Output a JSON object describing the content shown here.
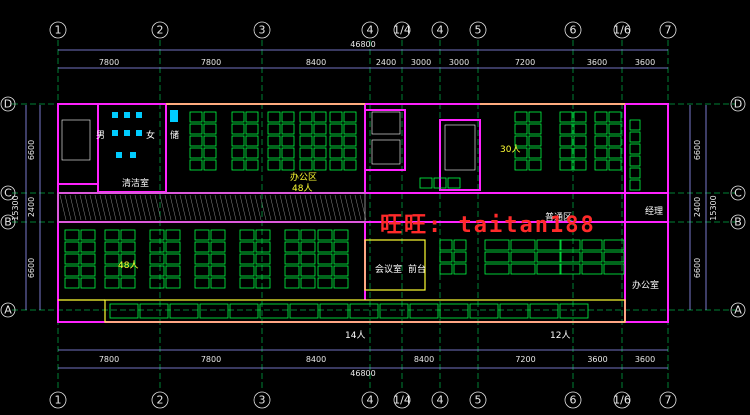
{
  "grid": {
    "columns": [
      "1",
      "2",
      "3",
      "4",
      "1/4",
      "4",
      "5",
      "6",
      "1/6",
      "7"
    ],
    "rows_left": [
      "D",
      "C",
      "B",
      "A"
    ],
    "rows_right": [
      "D",
      "C",
      "B",
      "A"
    ]
  },
  "dimensions": {
    "total_top": "46800",
    "total_bottom": "46800",
    "spans_top": [
      "7800",
      "7800",
      "8400",
      "2400",
      "3000",
      "3000",
      "7200",
      "3600",
      "3600"
    ],
    "spans_bottom": [
      "7800",
      "7800",
      "8400",
      "8400",
      "7200",
      "3600",
      "3600"
    ],
    "left_overall": "15300",
    "left_spans": [
      "6600",
      "2400",
      "6600"
    ],
    "right_overall": "15300",
    "right_spans": [
      "6600",
      "2400",
      "6600"
    ]
  },
  "rooms": {
    "male_wc": "男",
    "female_wc": "女",
    "storage": "储",
    "cleaning": "清洁室",
    "office_area_top": "办公区",
    "top_area_seats": "48人",
    "top_right_seats": "30人",
    "left_seats": "48人",
    "reception": "前台",
    "meeting": "会议室",
    "hall": "普通区",
    "manager": "经理",
    "office": "办公室",
    "bottom_left_count": "14人",
    "bottom_right_count": "12人"
  },
  "watermark": "旺旺: taitan188",
  "colors": {
    "wall": "#ff22ff",
    "axis": "#00ff66",
    "dimension": "#9999ff",
    "desk": "#00ff44",
    "text": "#ffff33",
    "watermark": "#ff2a2a"
  }
}
